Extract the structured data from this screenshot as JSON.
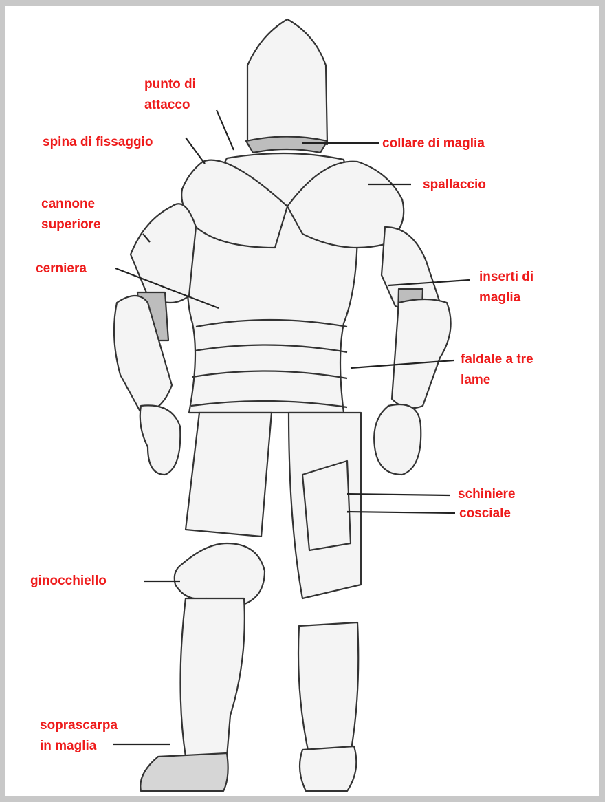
{
  "labels": {
    "punto_di_attacco": [
      "punto di",
      "attacco"
    ],
    "spina_di_fissaggio": [
      "spina di fissaggio"
    ],
    "cannone_superiore": [
      "cannone",
      "superiore"
    ],
    "cerniera": [
      "cerniera"
    ],
    "collare_di_maglia": [
      "collare di maglia"
    ],
    "spallaccio": [
      "spallaccio"
    ],
    "inserti_di_maglia": [
      "inserti di",
      "maglia"
    ],
    "faldale_a_tre_lame": [
      "faldale a tre",
      "lame"
    ],
    "cosciale": [
      "cosciale"
    ],
    "ginocchiello": [
      "ginocchiello"
    ],
    "schiniere": [
      "schiniere"
    ],
    "soprascarpa_in_maglia": [
      "soprascarpa",
      "in maglia"
    ]
  },
  "colors": {
    "label": "#ee1b1b",
    "leader_line": "#222222",
    "armor_outline": "#333333",
    "armor_fill": "#f4f4f4",
    "frame": "#c8c8c8"
  }
}
